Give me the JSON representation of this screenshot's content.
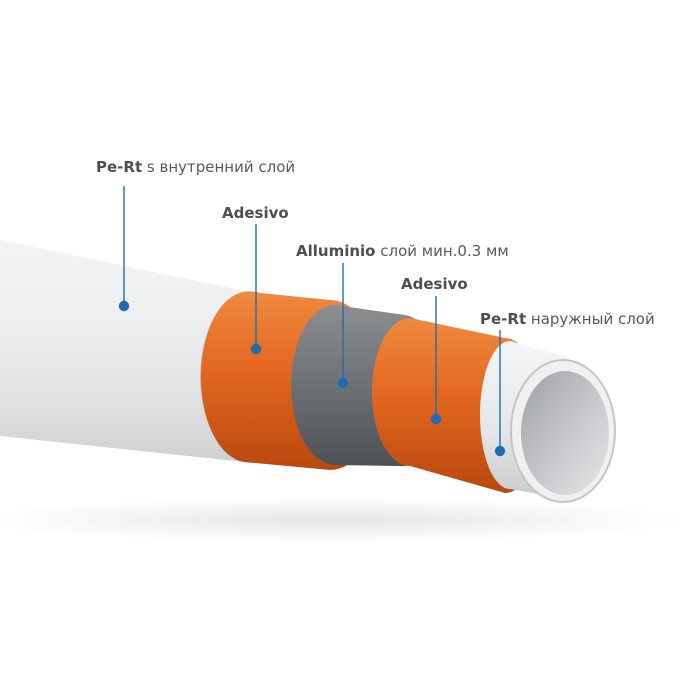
{
  "labels": [
    {
      "bold": "Pe-Rt",
      "rest": " s внутренний слой"
    },
    {
      "bold": "Adesivo",
      "rest": ""
    },
    {
      "bold": "Alluminio",
      "rest": " слой мин.0.3 мм"
    },
    {
      "bold": "Adesivo",
      "rest": ""
    },
    {
      "bold": "Pe-Rt",
      "rest": "  наружный слой"
    }
  ],
  "colors": {
    "pointer": "#1f6db0",
    "outer_pe": "#e8e9ea",
    "adhesive": "#e0661c",
    "aluminium": "#6d7072",
    "inner_pe": "#d9dbdd"
  }
}
